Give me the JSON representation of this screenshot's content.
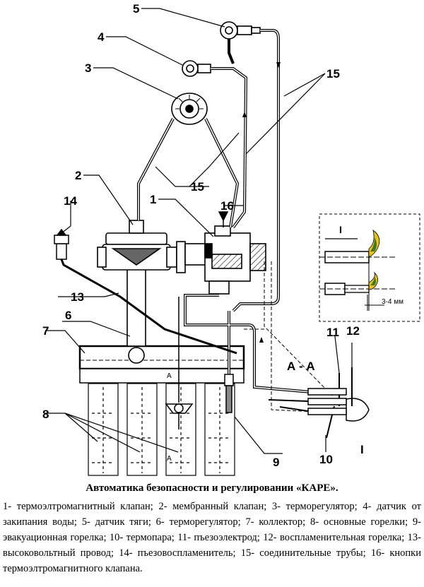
{
  "labels": {
    "n1": "1",
    "n2": "2",
    "n3": "3",
    "n4": "4",
    "n5": "5",
    "n6": "6",
    "n7": "7",
    "n8": "8",
    "n9": "9",
    "n10": "10",
    "n11": "11",
    "n12": "12",
    "n13": "13",
    "n14": "14",
    "n15a": "15",
    "n15b": "15",
    "n16": "16",
    "section": "А - А",
    "detail": "I",
    "detail_mark": "I",
    "gap": "3-4 мм",
    "a_top": "А",
    "a_bottom": "А"
  },
  "caption": "Автоматика безопасности и регулировании «КАРЕ».",
  "legend": "1- термоэлтромагнитный клапан; 2- мембранный клапан; 3- терморегулятор; 4- датчик от закипания воды; 5- датчик тяги; 6- терморегулятор; 7- коллектор; 8- основные горелки; 9- эвакуационная горелка; 10- термопара; 11- пъезоэлектрод; 12- воспламенительная горелка; 13- высоковольтный провод; 14- пъезовоспламенитель; 15- соединительные трубы; 16- кнопки термоэлтромагнитного клапана.",
  "colors": {
    "flame": "#e8c21a",
    "flame_inner": "#3a7a2a"
  }
}
